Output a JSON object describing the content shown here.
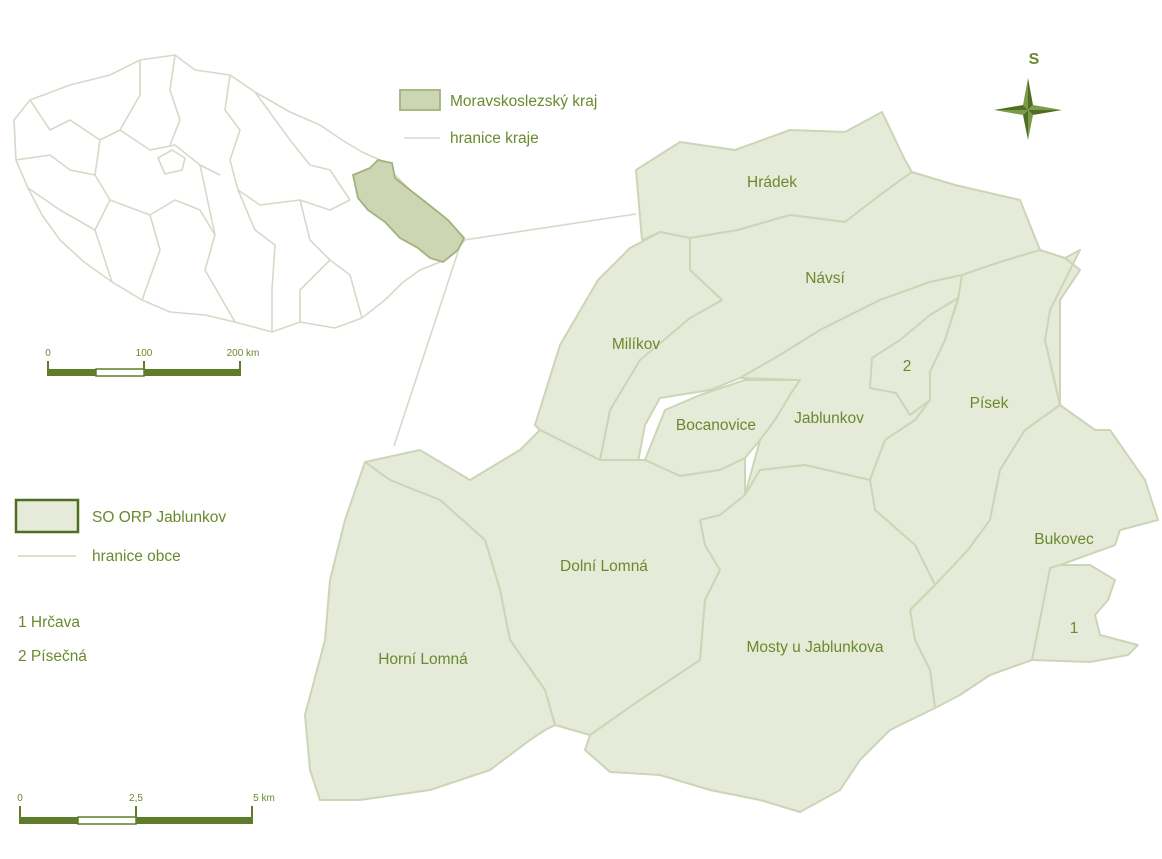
{
  "colors": {
    "municipality_fill": "#e6ead8",
    "municipality_border": "#cdd5b7",
    "region_fill": "#cdd6b3",
    "text": "#6a8a2d",
    "scale_bar": "#5d7d2a",
    "compass": "#4e6e23"
  },
  "compass": {
    "north_letter": "S"
  },
  "inset_legend": {
    "region_label": "Moravskoslezský kraj",
    "border_label": "hranice kraje"
  },
  "inset_scale": {
    "ticks": [
      "0",
      "100",
      "200 km"
    ]
  },
  "main_legend": {
    "area_label": "SO ORP Jablunkov",
    "border_label": "hranice obce",
    "notes": [
      "1 Hrčava",
      "2 Písečná"
    ]
  },
  "main_scale": {
    "ticks": [
      "0",
      "2,5",
      "5 km"
    ]
  },
  "municipalities": {
    "hradek": "Hrádek",
    "navsi": "Návsí",
    "milikov": "Milíkov",
    "bocanovice": "Bocanovice",
    "jablunkov": "Jablunkov",
    "pisecna": "2",
    "pisek": "Písek",
    "bukovec": "Bukovec",
    "hrcava": "1",
    "dolni_lomna": "Dolní Lomná",
    "horni_lomna": "Horní Lomná",
    "mosty": "Mosty u Jablunkova"
  }
}
